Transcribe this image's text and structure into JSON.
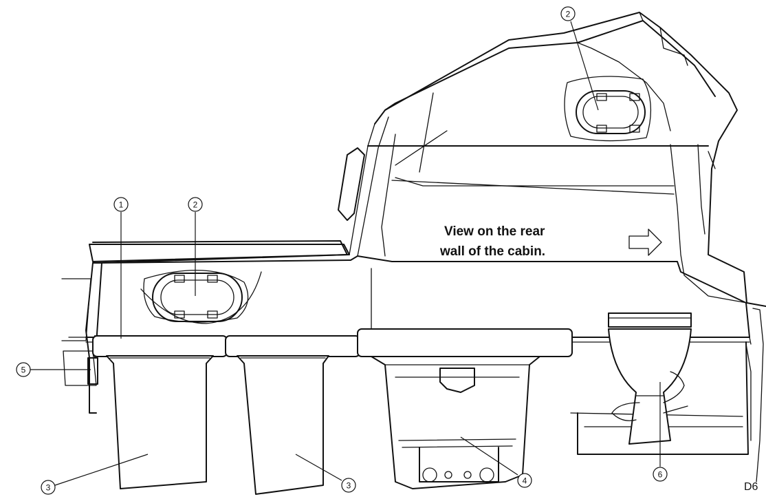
{
  "caption": {
    "line1": "View on the rear",
    "line2": "wall of the cabin."
  },
  "callouts": [
    "1",
    "2",
    "2",
    "3",
    "3",
    "4",
    "5",
    "6"
  ],
  "figure_code": "D6",
  "icons": {
    "direction_arrow": "right-arrow-outline-icon"
  }
}
